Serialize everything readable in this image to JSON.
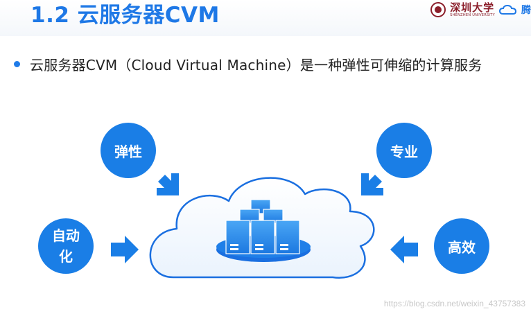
{
  "header": {
    "title": "1.2 云服务器CVM",
    "university_name": "深圳大学",
    "university_en": "SHENZHEN UNIVERSITY",
    "partner_text": "腾"
  },
  "bullet": {
    "text": "云服务器CVM（Cloud Virtual Machine）是一种弹性可伸缩的计算服务"
  },
  "diagram": {
    "features": [
      {
        "label": "弹性"
      },
      {
        "label": "专业"
      },
      {
        "label": "自动\n化"
      },
      {
        "label": "高效"
      }
    ]
  },
  "watermark": "https://blog.csdn.net/weixin_43757383",
  "colors": {
    "accent": "#1e78e6",
    "circle": "#1a7ee6",
    "cloud_stroke": "#1a6fe0",
    "brand_red": "#8b1e2a"
  }
}
